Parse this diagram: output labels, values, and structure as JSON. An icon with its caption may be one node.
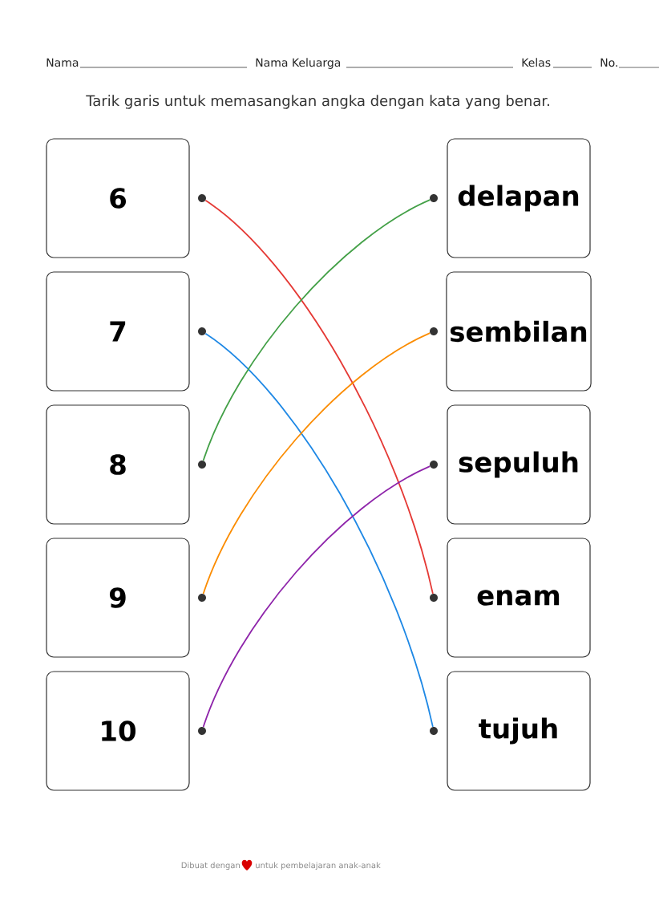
{
  "diagram": {
    "title": "Tarik garis untuk memasangkan angka dengan kata yang benar.",
    "nodes": [
      {
        "text": [
          "6"
        ]
      },
      {
        "text": [
          "7"
        ]
      },
      {
        "text": [
          "8"
        ]
      },
      {
        "text": [
          "9"
        ]
      },
      {
        "text": [
          "10"
        ]
      },
      {
        "text": [
          "delapan"
        ]
      },
      {
        "text": [
          "sembilan"
        ]
      },
      {
        "text": [
          "sepuluh"
        ]
      },
      {
        "text": [
          "enam"
        ]
      },
      {
        "text": [
          "tujuh"
        ]
      },
      {
        "text": [],
        "shape": "circle"
      },
      {
        "text": [],
        "shape": "circle"
      },
      {
        "text": [],
        "shape": "circle"
      },
      {
        "text": [],
        "shape": "circle"
      },
      {
        "text": [],
        "shape": "circle"
      },
      {
        "text": [],
        "shape": "circle"
      },
      {
        "text": [],
        "shape": "circle"
      },
      {
        "text": [],
        "shape": "circle"
      },
      {
        "text": [],
        "shape": "circle"
      },
      {
        "text": [],
        "shape": "circle"
      }
    ],
    "edges": [
      {
        "from": 10,
        "to": 18,
        "arrow": "none",
        "color": "#e53935"
      },
      {
        "from": 11,
        "to": 19,
        "arrow": "none",
        "color": "#1e88e5"
      },
      {
        "from": 12,
        "to": 15,
        "arrow": "none",
        "color": "#43a047"
      },
      {
        "from": 13,
        "to": 16,
        "arrow": "none",
        "color": "#fb8c00"
      },
      {
        "from": 14,
        "to": 17,
        "arrow": "none",
        "color": "#8e24aa"
      }
    ],
    "labels": [
      "Nama",
      "Nama Keluarga",
      "Kelas",
      "No.",
      "Dibuat dengan",
      "untuk pembelajaran anak-anak"
    ]
  }
}
